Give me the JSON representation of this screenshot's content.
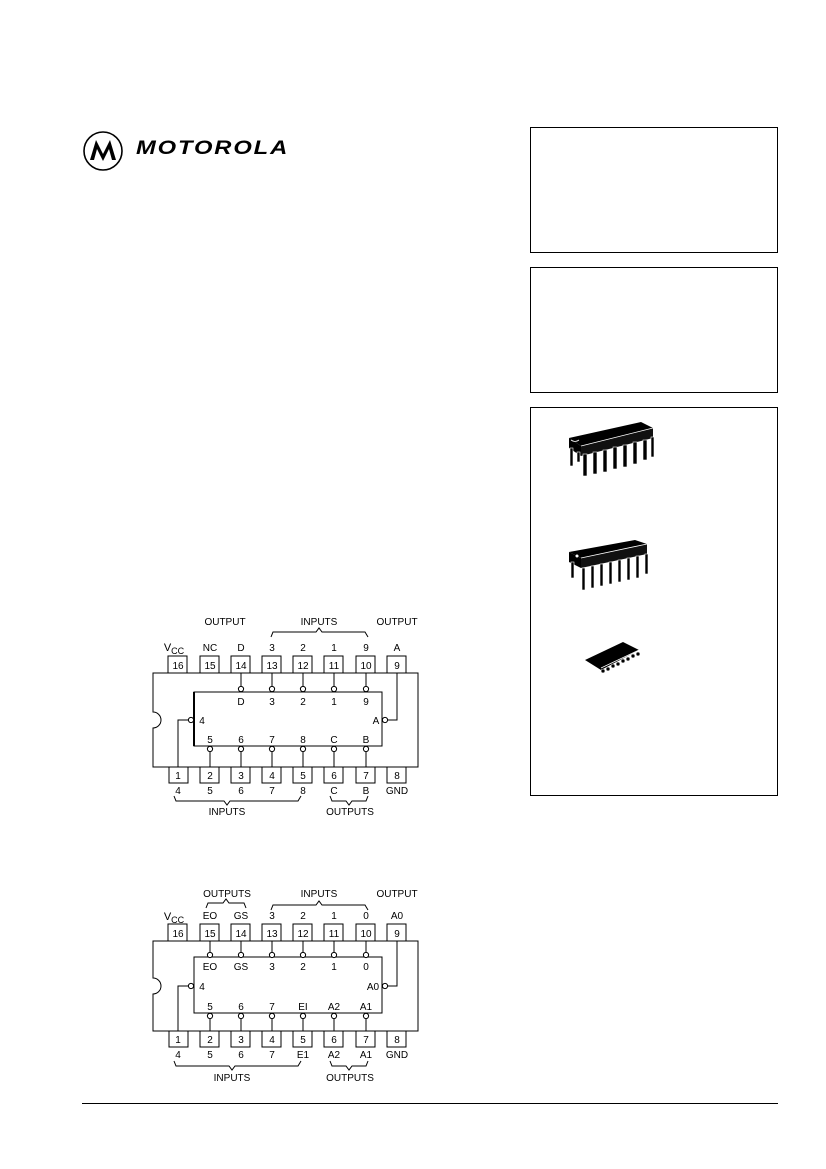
{
  "header": {
    "brand": "MOTOROLA",
    "logo_icon": "motorola-batwing-icon"
  },
  "side_panels": [
    {
      "id": "panel-1",
      "content": ""
    },
    {
      "id": "panel-2",
      "content": ""
    },
    {
      "id": "panel-3",
      "packages": [
        {
          "name": "ceramic-dip-16",
          "icon": "ic-dip-package-icon"
        },
        {
          "name": "plastic-dip-16",
          "icon": "ic-dip-package-icon"
        },
        {
          "name": "soic-16",
          "icon": "ic-soic-package-icon"
        }
      ]
    }
  ],
  "diagrams": [
    {
      "id": "pinout-1",
      "group_labels_top": {
        "output_left": "OUTPUT",
        "inputs": "INPUTS",
        "output_right": "OUTPUT"
      },
      "group_labels_bottom": {
        "inputs": "INPUTS",
        "outputs": "OUTPUTS"
      },
      "top_pins": [
        {
          "number": "16",
          "label": "VCC",
          "label_main": "V",
          "label_sub": "CC",
          "inner": ""
        },
        {
          "number": "15",
          "label": "NC",
          "inner": ""
        },
        {
          "number": "14",
          "label": "D",
          "inner": "D"
        },
        {
          "number": "13",
          "label": "3",
          "inner": "3"
        },
        {
          "number": "12",
          "label": "2",
          "inner": "2"
        },
        {
          "number": "11",
          "label": "1",
          "inner": "1"
        },
        {
          "number": "10",
          "label": "9",
          "inner": "9"
        },
        {
          "number": "9",
          "label": "A",
          "inner": ""
        }
      ],
      "bottom_pins": [
        {
          "number": "1",
          "label": "4",
          "inner": ""
        },
        {
          "number": "2",
          "label": "5",
          "inner": "5"
        },
        {
          "number": "3",
          "label": "6",
          "inner": "6"
        },
        {
          "number": "4",
          "label": "7",
          "inner": "7"
        },
        {
          "number": "5",
          "label": "8",
          "inner": "8"
        },
        {
          "number": "6",
          "label": "C",
          "inner": "C"
        },
        {
          "number": "7",
          "label": "B",
          "inner": "B"
        },
        {
          "number": "8",
          "label": "GND",
          "inner": ""
        }
      ],
      "side_inner_left": "4",
      "side_inner_right": "A"
    },
    {
      "id": "pinout-2",
      "group_labels_top": {
        "outputs_left": "OUTPUTS",
        "inputs": "INPUTS",
        "output_right": "OUTPUT"
      },
      "group_labels_bottom": {
        "inputs": "INPUTS",
        "outputs": "OUTPUTS"
      },
      "top_pins": [
        {
          "number": "16",
          "label": "VCC",
          "label_main": "V",
          "label_sub": "CC",
          "inner": ""
        },
        {
          "number": "15",
          "label": "EO",
          "inner": "EO"
        },
        {
          "number": "14",
          "label": "GS",
          "inner": "GS"
        },
        {
          "number": "13",
          "label": "3",
          "inner": "3"
        },
        {
          "number": "12",
          "label": "2",
          "inner": "2"
        },
        {
          "number": "11",
          "label": "1",
          "inner": "1"
        },
        {
          "number": "10",
          "label": "0",
          "inner": "0"
        },
        {
          "number": "9",
          "label": "A0",
          "inner": ""
        }
      ],
      "bottom_pins": [
        {
          "number": "1",
          "label": "4",
          "inner": ""
        },
        {
          "number": "2",
          "label": "5",
          "inner": "5"
        },
        {
          "number": "3",
          "label": "6",
          "inner": "6"
        },
        {
          "number": "4",
          "label": "7",
          "inner": "7"
        },
        {
          "number": "5",
          "label": "E1",
          "inner": "EI"
        },
        {
          "number": "6",
          "label": "A2",
          "inner": "A2"
        },
        {
          "number": "7",
          "label": "A1",
          "inner": "A1"
        },
        {
          "number": "8",
          "label": "GND",
          "inner": ""
        }
      ],
      "side_inner_left": "4",
      "side_inner_right": "A0"
    }
  ]
}
